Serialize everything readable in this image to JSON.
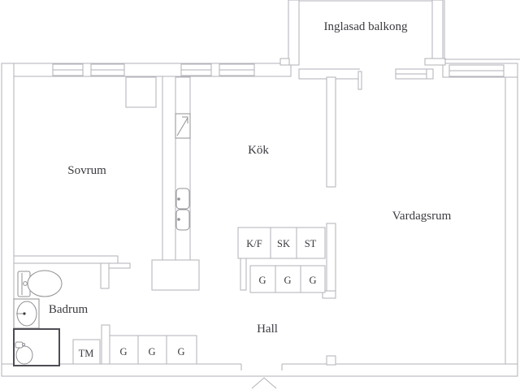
{
  "floorplan": {
    "balcony_label": "Inglasad balkong",
    "rooms": {
      "bedroom": "Sovrum",
      "kitchen": "Kök",
      "living_room": "Vardagsrum",
      "bathroom": "Badrum",
      "hall": "Hall"
    },
    "cabinets": {
      "washing_machine": "TM",
      "kitchen_units": [
        "K/F",
        "SK",
        "ST"
      ],
      "kitchen_wardrobes": [
        "G",
        "G",
        "G"
      ],
      "hall_wardrobes": [
        "G",
        "G",
        "G"
      ]
    },
    "colors": {
      "wall": "#b2b2b8",
      "fixture": "#909096",
      "shower_border": "#4d4d54",
      "text": "#3a3a40",
      "background": "#ffffff"
    }
  }
}
